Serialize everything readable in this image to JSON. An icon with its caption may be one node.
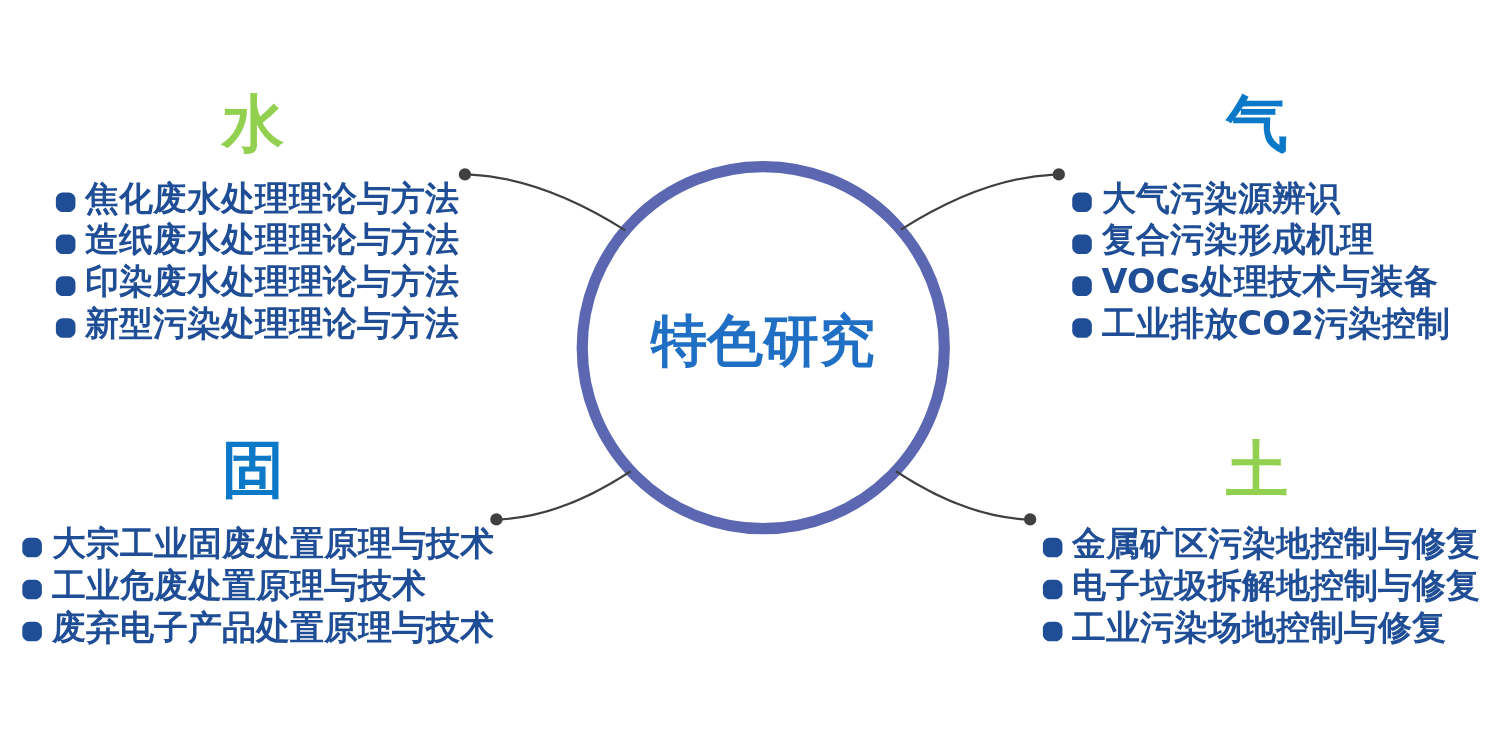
{
  "diagram": {
    "nodes": [
      {
        "text": [
          "水",
          "焦化废水处理理论与方法",
          "造纸废水处理理论与方法",
          "印染废水处理理论与方法",
          "新型污染处理理论与方法"
        ]
      },
      {
        "text": [
          "气",
          "大气污染源辨识",
          "复合污染形成机理",
          "VOCs处理技术与装备",
          "工业排放CO2污染控制"
        ]
      },
      {
        "text": [
          "特色研究"
        ]
      },
      {
        "text": [
          "固",
          "大宗工业固废处置原理与技术",
          "工业危废处置原理与技术",
          "废弃电子产品处置原理与技术"
        ]
      },
      {
        "text": [
          "土",
          "金属矿区污染地控制与修复",
          "电子垃圾拆解地控制与修复",
          "工业污染场地控制与修复"
        ]
      }
    ],
    "edges": [
      {
        "from": 2,
        "to": 0,
        "arrow": "other"
      },
      {
        "from": 2,
        "to": 1,
        "arrow": "other"
      },
      {
        "from": 2,
        "to": 3,
        "arrow": "other"
      },
      {
        "from": 2,
        "to": 4,
        "arrow": "other"
      }
    ]
  }
}
